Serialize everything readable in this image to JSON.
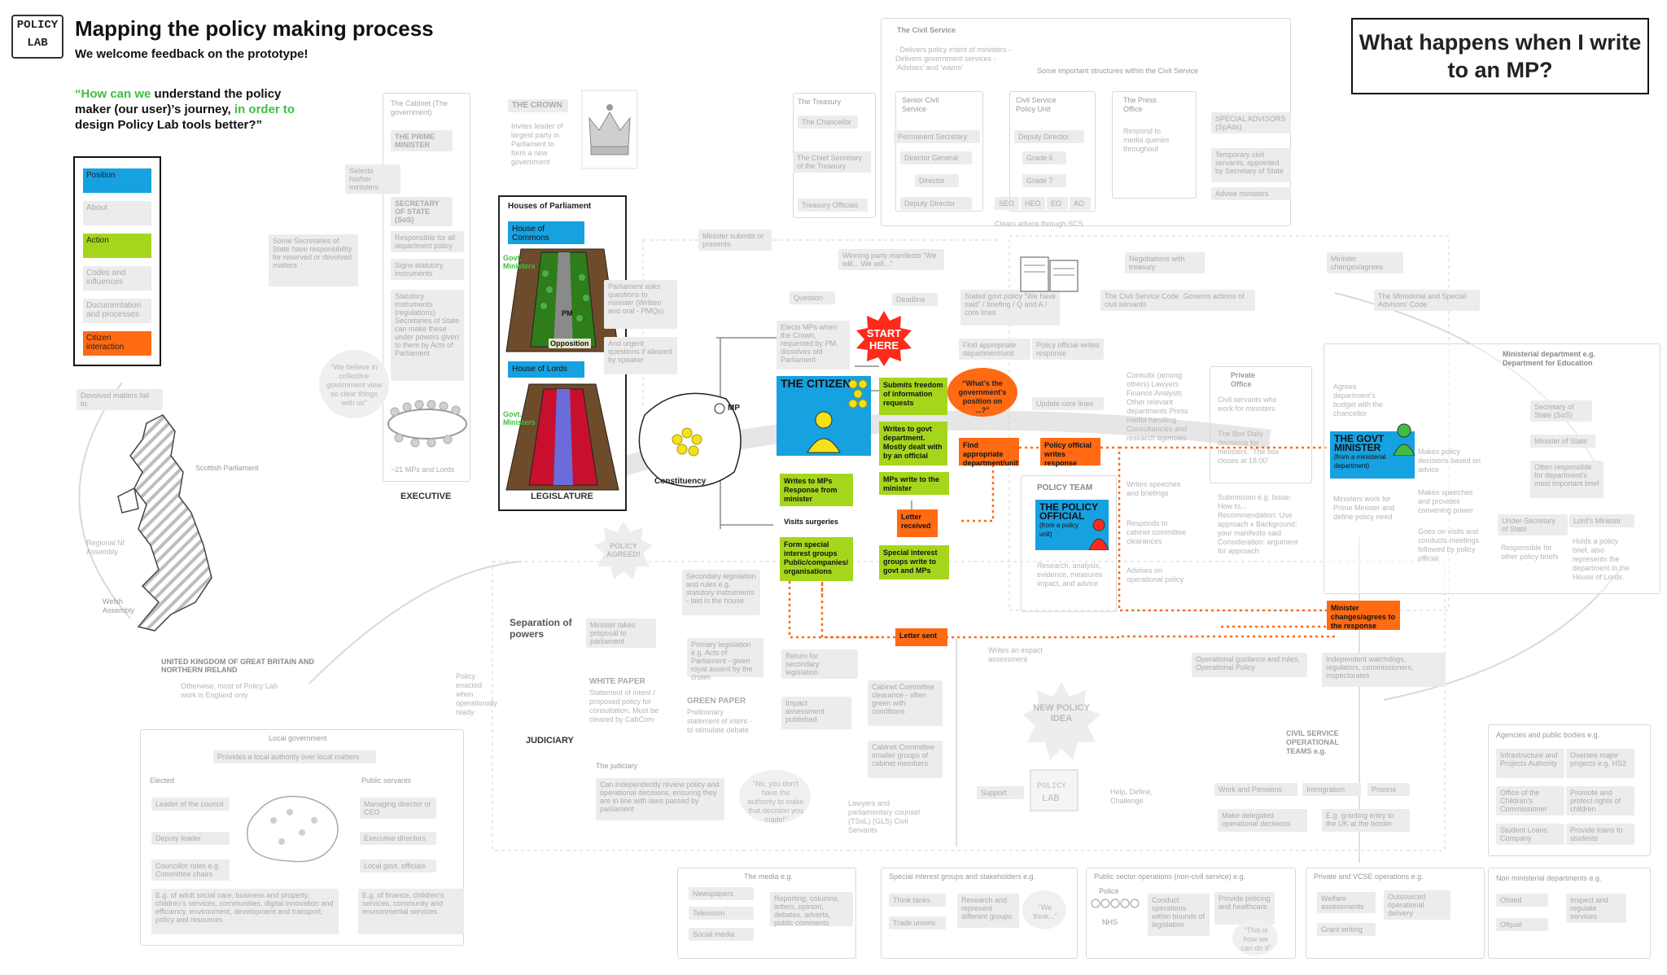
{
  "header": {
    "logo_line1": "POLICY",
    "logo_line2": "LAB",
    "title": "Mapping the policy making process",
    "subtitle": "We welcome feedback on the prototype!",
    "quote_part1": "“How can we",
    "quote_part2": " understand the policy maker (our user)’s journey, ",
    "quote_part3": "in order to",
    "quote_part4": " design Policy Lab tools better?”",
    "question": "What happens when I write to an MP?"
  },
  "legend": {
    "items": [
      "Position",
      "About",
      "Action",
      "Codes and influences",
      "Documentation and processes",
      "Citizen interaction"
    ],
    "colors": {
      "position": "#16a1e0",
      "action": "#a6d61c",
      "citizen": "#ff6a13",
      "muted": "#ececec"
    }
  },
  "map": {
    "scottish": "Scottish Parliament",
    "regional_ni": "Regional NI Assembly",
    "welsh": "Welsh Assembly",
    "devolved": "Devolved matters fall to:",
    "uk": "UNITED KINGDOM OF GREAT BRITAIN AND NORTHERN IRELAND",
    "otherwise": "Otherwise, most of Policy Lab work is England only"
  },
  "executive": {
    "label": "EXECUTIVE",
    "cabinet": "The Cabinet (The government)",
    "pm": "THE PRIME MINISTER",
    "sos": "SECRETARY OF STATE (SoS)",
    "responsible": "Responsible for all department policy",
    "signs": "Signs statutory instruments",
    "statutory": "Statutory instruments (regulations) Secretaries of State can make these under powers given to them by Acts of Parliament",
    "selects": "Selects his/her ministers",
    "some_secretaries": "Some Secretaries of State have responsibility for reserved or devolved matters",
    "we_believe": "“We believe in collective government view so clear things with us”",
    "mps_lords": "~21 MPs and Lords"
  },
  "crown": {
    "label": "THE CROWN",
    "invites": "Invites leader of largest party in Parliament to form a new government"
  },
  "legislature": {
    "label": "LEGISLATURE",
    "houses": "Houses of Parliament",
    "commons": "House of Commons",
    "lords": "House of Lords",
    "govt_ministers": "Govt. Ministers",
    "pm": "PM",
    "opposition": "Opposition",
    "parliament_asks": "Parliament asks questions to minister (Written and oral - PMQs)",
    "urgent": "And urgent questions if allowed by speaker",
    "minister_submits": "Minister submits or presents"
  },
  "citizen": {
    "the_citizen": "THE CITIZEN",
    "start": "START HERE",
    "mp": "MP",
    "constituency": "Constituency",
    "elects": "Elects MPs when the Crown, requested by PM, dissolves old Parliament",
    "question": "Question",
    "deadline": "Deadline",
    "winning": "Winning party manifesto “We will... We will...”",
    "foi": "Submits freedom of information requests",
    "whats_gov": "“What’s the government’s position on ...?”",
    "writes_dept": "Writes to govt department. Mostly dealt with by an official",
    "writes_mps": "Writes to MPs Response from minister",
    "mps_write": "MPs write to the minister",
    "visits": "Visits surgeries",
    "letter_received": "Letter received",
    "form_special": "Form special interest groups Public/companies/ organisations",
    "special_groups": "Special interest groups write to govt and MPs",
    "letter_sent": "Letter sent",
    "find_unit": "Find appropriate department/unit",
    "official_writes": "Policy official writes response",
    "minister_changes": "Minister changes/agrees to the response"
  },
  "civil_service": {
    "title": "The Civil Service",
    "delivers": "- Delivers policy intent of ministers - Delivers government services - ‘Advises’ and ‘warns’",
    "structures": "Some important structures within the Civil Service",
    "treasury": "The Treasury",
    "chancellor": "The Chancellor",
    "chief_secretary": "The Chief Secretary of the Treasury",
    "treasury_officials": "Treasury Officials",
    "senior": "Senior Civil Service",
    "perm_sec": "Permanent Secretary",
    "dir_general": "Director General",
    "director": "Director",
    "deputy_director": "Deputy Director",
    "policy_unit": "Civil Service Policy Unit",
    "deputy_dir": "Deputy Director",
    "grade6": "Grade 6",
    "grade7": "Grade 7",
    "grades": [
      "SEO",
      "HEO",
      "EO",
      "AO"
    ],
    "clears": "Clears advice through SCS",
    "press": "The Press Office",
    "respond": "Respond to media queries throughout",
    "spads": "SPECIAL ADVISORS (SpAds)",
    "temporary": "Temporary civil servants, appointed by Secretary of State",
    "advise": "Advise ministers",
    "stated_policy": "Stated govt policy “We have said” / briefing / Q and A / core lines",
    "negotiations": "Negotiations with treasury",
    "code": "The Civil Service Code. Governs actions of civil servants",
    "minister_changes": "Minister changes/agrees",
    "ministerial_code": "The Ministerial and Special Advisors’ Code",
    "find_dept": "Find appropriate department/unit",
    "official_response": "Policy official writes response",
    "update": "Update core lines",
    "consults": "Consults (among others) Lawyers Finance Analysts Other relevant departments Press media handling Consultancies and research agencies",
    "writes_speeches": "Writes speeches and briefings",
    "responds_cabinet": "Responds to cabinet committee clearances",
    "advises_op": "Advises on operational policy",
    "private_office": "Private Office",
    "civil_servants_work": "Civil servants who work for ministers",
    "the_box": "The Box Daily decisions for ministers. ‘The box closes at 18:00’",
    "submission": "Submission e.g. Issue: How to... Recommendation: Use approach x Background: your manifesto said Consideration: argument for approach",
    "policy_team": "POLICY TEAM",
    "the_official": "THE POLICY OFFICIAL",
    "from_unit": "(from a policy unit)",
    "research": "Research, analysis, evidence, measures impact, and advice"
  },
  "ministerial": {
    "dept": "Ministerial department e.g. Department for Education",
    "agrees": "Agrees department’s budget with the chancellor",
    "govt_minister": "THE GOVT MINISTER",
    "from_dept": "(from a ministerial department)",
    "makes_decisions": "Makes policy decisions based on advice",
    "makes_speeches": "Makes speeches and provides convening power",
    "goes_visits": "Goes on visits and conducts meetings followed by policy official",
    "ministers_work": "Ministers work for Prime Minister and define policy need",
    "sos": "Secretary of State (SoS)",
    "minister_state": "Minister of State",
    "often": "Often responsible for department’s most important brief",
    "under_sec": "Under-Secretary of State",
    "lords_min": "Lord’s Minister",
    "responsible": "Responsible for other policy briefs",
    "holds": "Holds a policy brief, also represents the department in the House of Lords"
  },
  "middle": {
    "policy_agreed": "POLICY AGREED!",
    "separation": "Separation of powers",
    "secondary": "Secondary legislation and rules e.g. statutory instruments - laid in the house",
    "minister_takes": "Minister takes proposal to parliament",
    "primary": "Primary legislation e.g. Acts of Parliament - given royal assent by the crown",
    "return": "Return for secondary legislation",
    "white_paper": "WHITE PAPER",
    "white_desc": "Statement of intent / proposed policy for consultation. Must be cleared by CabCom",
    "green_paper": "GREEN PAPER",
    "green_desc": "Preliminary statement of intent - to stimulate debate",
    "impact": "Impact assessment published",
    "cabinet_committee": "Cabinet Committee clearance - often green with conditions",
    "cabinet_committee2": "Cabinet Committee smaller groups of cabinet members",
    "policy_enacted": "Policy enacted when operationally ready",
    "judiciary": "JUDICIARY",
    "the_judiciary": "The judiciary",
    "judiciary_desc": "Can independently review policy and operational decisions, ensuring they are in line with laws passed by parliament",
    "no_authority": "“No, you don’t have the authority to make that decision you made!”",
    "lawyers": "Lawyers and parliamentary counsel (TSoL) (GLS) Civil Servants",
    "writes_impact": "Writes an impact assessment",
    "new_policy": "NEW POLICY IDEA",
    "support": "Support",
    "help": "Help, Define, Challenge",
    "operational": "Operational guidance and rules, Operational Policy",
    "watchdogs": "Independent watchdogs, regulators, commissioners, inspectorates",
    "cs_teams": "CIVIL SERVICE OPERATIONAL TEAMS e.g.",
    "work_pensions": "Work and Pensions",
    "immigration": "Immigration",
    "prisons": "Prisons",
    "delegated": "Make delegated operational decisions",
    "granting": "E.g. granting entry to the UK at the border"
  },
  "local": {
    "title": "Local government",
    "provides": "Provides a local authority over local matters",
    "elected": "Elected",
    "public_servants": "Public servants",
    "leader": "Leader of the council",
    "deputy": "Deputy leader",
    "councillor": "Councillor roles e.g. Committee chairs",
    "managing": "Managing director or CEO",
    "exec_dirs": "Executive directors",
    "local_officials": "Local govt. officials",
    "adult_care": "E.g. of adult social care, business and property, children’s services, communities, digital innovation and efficiency, environment, development and transport, policy and resources",
    "finance": "E.g. of finance, children’s services, community and environmental services"
  },
  "bottom": {
    "media": "The media e.g.",
    "newspapers": "Newspapers",
    "television": "Television",
    "social": "Social media",
    "reporting": "Reporting, columns, letters, opinion, debates, adverts, public comments",
    "special": "Special interest groups and stakeholders e.g.",
    "think_tanks": "Think tanks",
    "trade_unions": "Trade unions",
    "research": "Research and represent different groups",
    "we_think": "“We think...”",
    "public_sector": "Public sector operations (non-civil service) e.g.",
    "police": "Police",
    "nhs": "NHS",
    "conduct": "Conduct operations within bounds of legislation",
    "provide": "Provide policing and healthcare",
    "this_is": "“This is how we can do it”",
    "vcse": "Private and VCSE operations e.g.",
    "welfare": "Welfare assessments",
    "outsourced": "Outsourced operational delivery",
    "grant": "Grant writing",
    "agencies": "Agencies and public bodies e.g.",
    "infrastructure": "Infrastructure and Projects Authority",
    "oversee": "Oversee major projects e.g. HS2",
    "childrens": "Office of the Children’s Commissioner",
    "promote": "Promote and protect rights of children",
    "student": "Student Loans Company",
    "provide_loans": "Provide loans to students",
    "non_ministerial": "Non ministerial departments e.g.",
    "ofsted": "Ofsted",
    "inspect": "Inspect and regulate services",
    "ofqual": "Ofqual"
  }
}
